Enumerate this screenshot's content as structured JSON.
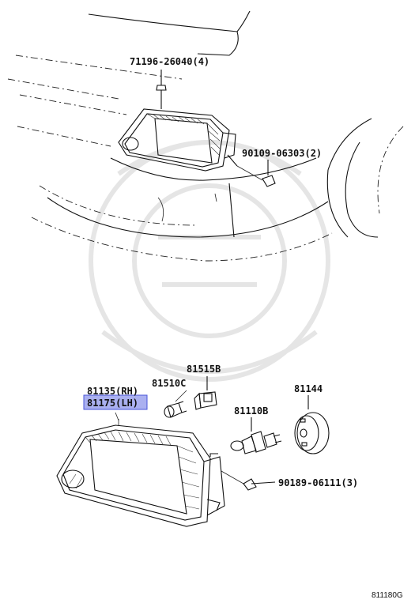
{
  "parts": {
    "bolt_top": "71196-26040(4)",
    "screw_right": "90109-06303(2)",
    "socket": "81515B",
    "bulb_small": "81510C",
    "headlamp_rh": "81135(RH)",
    "headlamp_lh": "81175(LH)",
    "cover": "81144",
    "bulb_main": "81110B",
    "clip": "90189-06111(3)"
  },
  "diagram_id": "811180G",
  "colors": {
    "highlight": "#aab0f0",
    "highlight_border": "#4a56d8",
    "line": "#111111"
  }
}
